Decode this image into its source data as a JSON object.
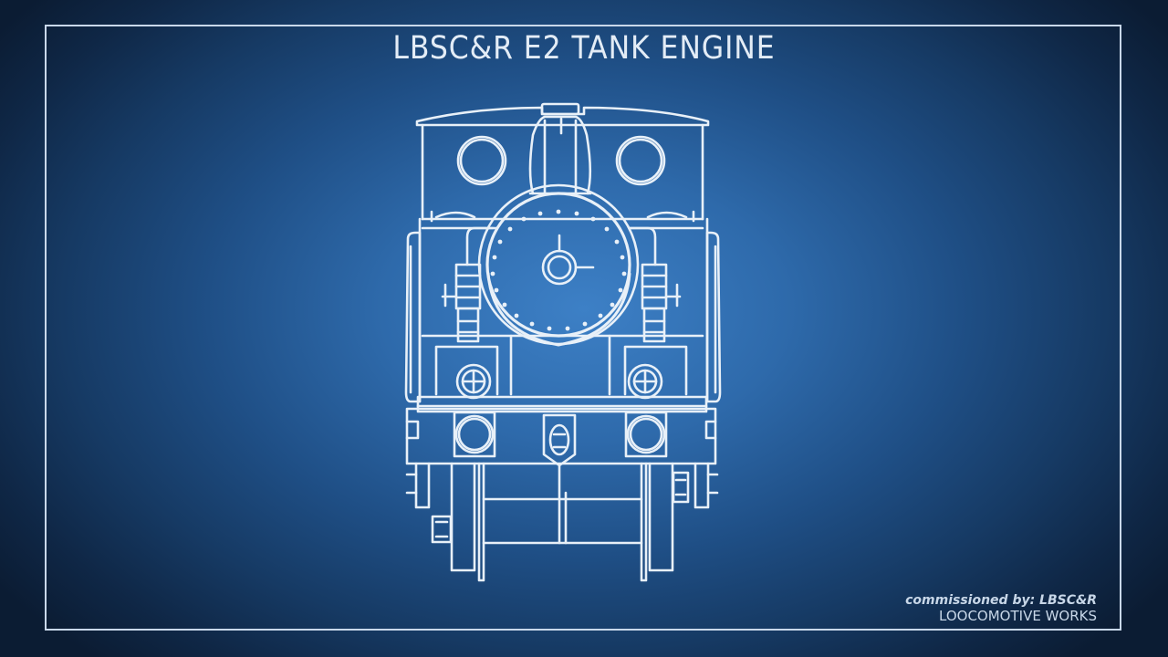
{
  "blueprint": {
    "title": "LBSC&R E2 TANK ENGINE",
    "credit_line1": "commissioned by: LBSC&R",
    "credit_line2": "LOOCOMOTIVE WORKS"
  },
  "colors": {
    "center": "#3d80c6",
    "edge": "#0b1c33",
    "line": "#e8f0f8",
    "frame": "#c9d8ea"
  },
  "drawing": {
    "subject": "locomotive-front-elevation"
  }
}
